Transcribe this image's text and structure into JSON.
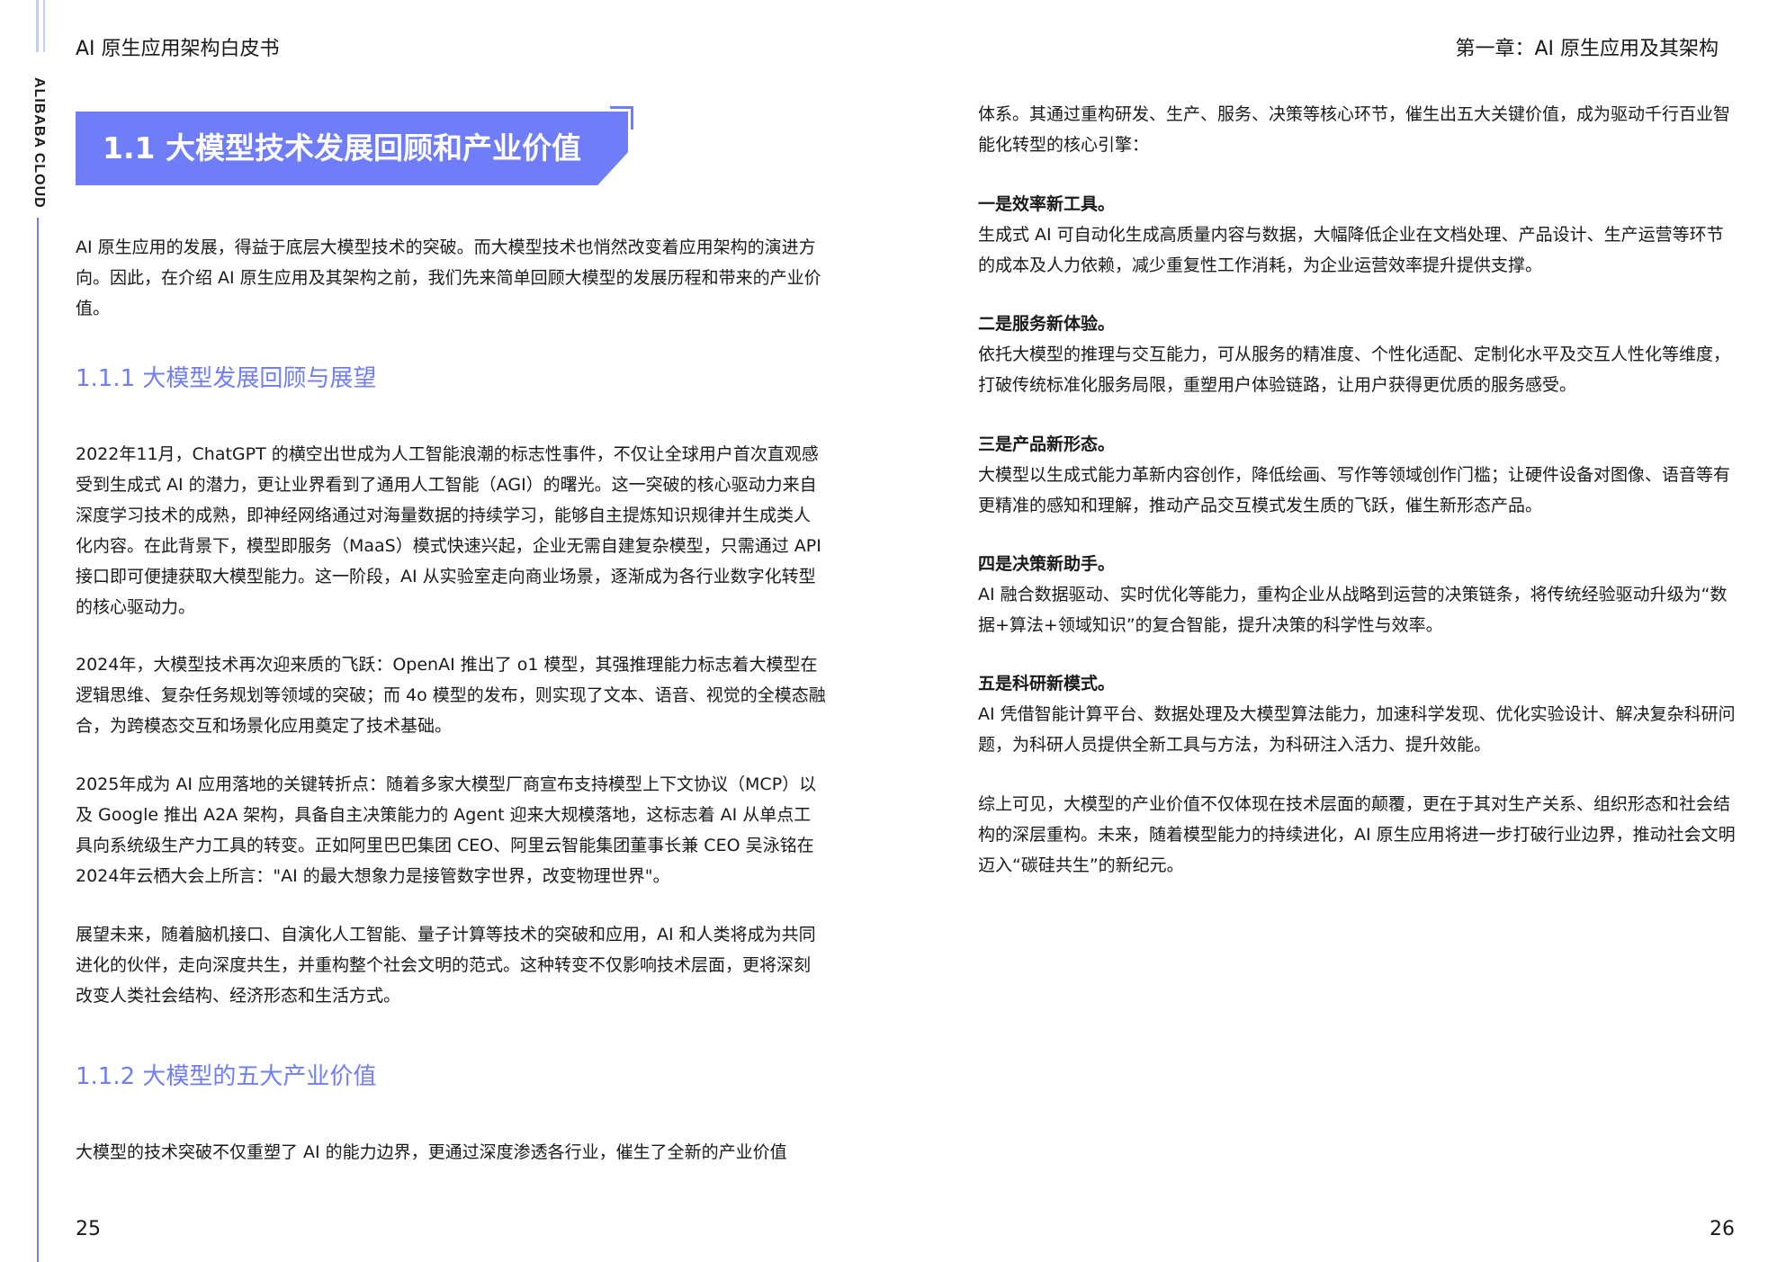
{
  "header": {
    "left_title": "AI 原生应用架构白皮书",
    "right_title": "第一章：AI 原生应用及其架构"
  },
  "side_brand": "ALIBABA CLOUD",
  "section": {
    "banner_title": "1.1 大模型技术发展回顾和产业价值",
    "intro": "AI 原生应用的发展，得益于底层大模型技术的突破。而大模型技术也悄然改变着应用架构的演进方向。因此，在介绍 AI 原生应用及其架构之前，我们先来简单回顾大模型的发展历程和带来的产业价值。"
  },
  "sub1": {
    "title": "1.1.1 大模型发展回顾与展望",
    "paragraphs": [
      "2022年11月，ChatGPT 的横空出世成为人工智能浪潮的标志性事件，不仅让全球用户首次直观感受到生成式 AI 的潜力，更让业界看到了通用人工智能（AGI）的曙光。这一突破的核心驱动力来自深度学习技术的成熟，即神经网络通过对海量数据的持续学习，能够自主提炼知识规律并生成类人化内容。在此背景下，模型即服务（MaaS）模式快速兴起，企业无需自建复杂模型，只需通过 API 接口即可便捷获取大模型能力。这一阶段，AI 从实验室走向商业场景，逐渐成为各行业数字化转型的核心驱动力。",
      "2024年，大模型技术再次迎来质的飞跃：OpenAI 推出了 o1 模型，其强推理能力标志着大模型在逻辑思维、复杂任务规划等领域的突破；而 4o 模型的发布，则实现了文本、语音、视觉的全模态融合，为跨模态交互和场景化应用奠定了技术基础。",
      "2025年成为 AI 应用落地的关键转折点：随着多家大模型厂商宣布支持模型上下文协议（MCP）以及 Google 推出 A2A 架构，具备自主决策能力的 Agent 迎来大规模落地，这标志着 AI 从单点工具向系统级生产力工具的转变。正如阿里巴巴集团 CEO、阿里云智能集团董事长兼 CEO 吴泳铭在2024年云栖大会上所言：\"AI 的最大想象力是接管数字世界，改变物理世界\"。",
      "展望未来，随着脑机接口、自演化人工智能、量子计算等技术的突破和应用，AI 和人类将成为共同进化的伙伴，走向深度共生，并重构整个社会文明的范式。这种转变不仅影响技术层面，更将深刻改变人类社会结构、经济形态和生活方式。"
    ]
  },
  "sub2": {
    "title": "1.1.2 大模型的五大产业价值",
    "intro": "大模型的技术突破不仅重塑了 AI 的能力边界，更通过深度渗透各行业，催生了全新的产业价值"
  },
  "right": {
    "lead": "体系。其通过重构研发、生产、服务、决策等核心环节，催生出五大关键价值，成为驱动千行百业智能化转型的核心引擎：",
    "values": [
      {
        "head": "一是效率新工具。",
        "body": "生成式 AI 可自动化生成高质量内容与数据，大幅降低企业在文档处理、产品设计、生产运营等环节的成本及人力依赖，减少重复性工作消耗，为企业运营效率提升提供支撑。"
      },
      {
        "head": "二是服务新体验。",
        "body": "依托大模型的推理与交互能力，可从服务的精准度、个性化适配、定制化水平及交互人性化等维度，打破传统标准化服务局限，重塑用户体验链路，让用户获得更优质的服务感受。"
      },
      {
        "head": "三是产品新形态。",
        "body": "大模型以生成式能力革新内容创作，降低绘画、写作等领域创作门槛；让硬件设备对图像、语音等有更精准的感知和理解，推动产品交互模式发生质的飞跃，催生新形态产品。"
      },
      {
        "head": "四是决策新助手。",
        "body": "AI 融合数据驱动、实时优化等能力，重构企业从战略到运营的决策链条，将传统经验驱动升级为“数据+算法+领域知识”的复合智能，提升决策的科学性与效率。"
      },
      {
        "head": "五是科研新模式。",
        "body": "AI 凭借智能计算平台、数据处理及大模型算法能力，加速科学发现、优化实验设计、解决复杂科研问题，为科研人员提供全新工具与方法，为科研注入活力、提升效能。"
      }
    ],
    "conclusion": "综上可见，大模型的产业价值不仅体现在技术层面的颠覆，更在于其对生产关系、组织形态和社会结构的深层重构。未来，随着模型能力的持续进化，AI 原生应用将进一步打破行业边界，推动社会文明迈入“碳硅共生”的新纪元。"
  },
  "page_numbers": {
    "left": "25",
    "right": "26"
  }
}
